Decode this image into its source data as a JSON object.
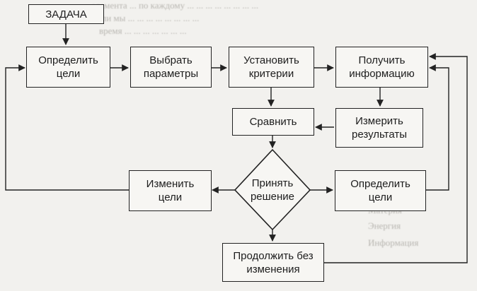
{
  "background_text": [
    "...злемента ... по каждому ... ... ... ... ... ... ... ...",
    "Если мы ... ... ... ... ... ... ... ...",
    "время ... ... ... ... ... ... ...",
    "Энергия",
    "Информация",
    "Материя"
  ],
  "nodes": {
    "task": "ЗАДАЧА",
    "define_goals": "Определить\nцели",
    "choose_params": "Выбрать\nпараметры",
    "set_criteria": "Установить\nкритерии",
    "get_info": "Получить\nинформацию",
    "compare": "Сравнить",
    "measure_results": "Измерить\nрезультаты",
    "decide": "Принять\nрешение",
    "change_goals": "Изменить\nцели",
    "define_goals_2": "Определить\nцели",
    "continue": "Продолжить без\nизменения"
  },
  "colors": {
    "line": "#222222",
    "box_fill": "#f7f6f3",
    "page": "#f2f1ee"
  }
}
